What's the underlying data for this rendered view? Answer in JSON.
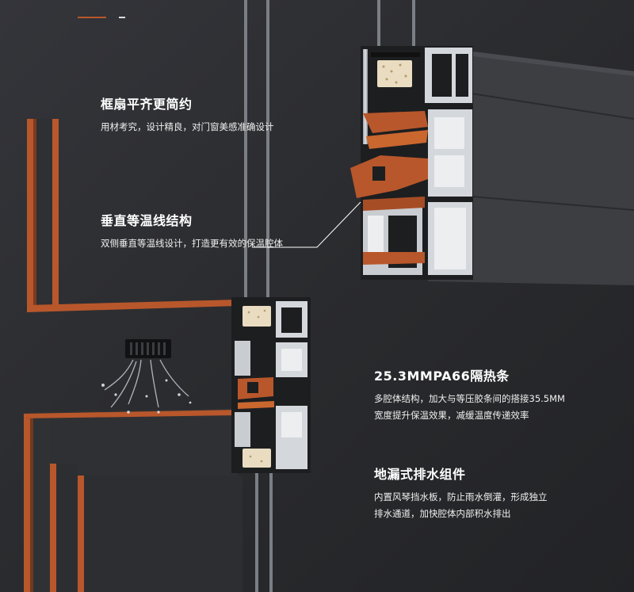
{
  "features": [
    {
      "title": "框扇平齐更简约",
      "lines": [
        "用材考究，设计精良，对门窗美感准确设计"
      ]
    },
    {
      "title": "垂直等温线结构",
      "lines": [
        "双侧垂直等温线设计，打造更有效的保温腔体"
      ]
    },
    {
      "title": "25.3MMPA66隔热条",
      "lines": [
        "多腔体结构，加大与等压胶条间的搭接35.5MM",
        "宽度提升保温效果，减缓温度传递效率"
      ]
    },
    {
      "title": "地漏式排水组件",
      "lines": [
        "内置风琴挡水板，防止雨水倒灌，形成独立",
        "排水通道，加快腔体内部积水排出"
      ]
    }
  ],
  "colors": {
    "background": "#2b2c2f",
    "frame": "#3b3c40",
    "accent": "#b8572b",
    "aluminum": "#c9ccd0",
    "insulation": "#e9dcc0"
  }
}
